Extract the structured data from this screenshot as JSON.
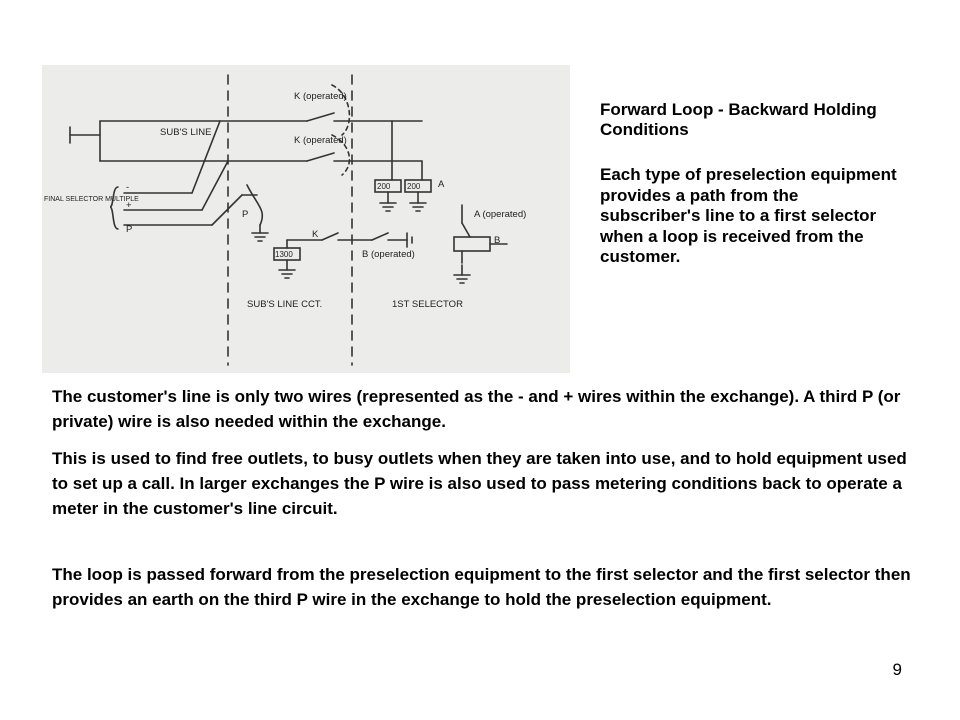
{
  "diagram": {
    "labels": {
      "k_operated_top": "K (operated)",
      "k_operated_mid": "K (operated)",
      "subs_line": "SUB'S LINE",
      "final_selector_multiple": "FINAL SELECTOR MULTIPLE",
      "minus": "-",
      "plus": "+",
      "p": "P",
      "p_contact": "P",
      "resistor_200a": "200",
      "resistor_200b": "200",
      "resistor_1300": "1300",
      "k_relay": "K",
      "a_relay": "A",
      "a_operated": "A (operated)",
      "b_relay": "B",
      "b_operated": "B (operated)",
      "subs_line_cct": "SUB'S LINE CCT.",
      "first_selector": "1ST SELECTOR"
    }
  },
  "side": {
    "title": "Forward Loop - Backward Holding Conditions",
    "description": "Each type of preselection equipment provides a path from the subscriber's line to a first selector when a loop is received from the customer."
  },
  "body": {
    "paragraph1": "The customer's line is only two wires (represented as the - and + wires within the exchange).   A third P (or private) wire is also needed within the exchange.",
    "paragraph2": "This is used to find free outlets, to busy outlets when they are taken into use, and to hold equipment used to set up a call. In larger exchanges the P wire is also used to pass metering conditions back to operate a meter in the customer's line circuit.",
    "paragraph3": "The loop is passed forward from the preselection equipment to the first selector and the first selector then provides an earth on the third P wire in the exchange to hold the preselection equipment."
  },
  "page_number": "9"
}
